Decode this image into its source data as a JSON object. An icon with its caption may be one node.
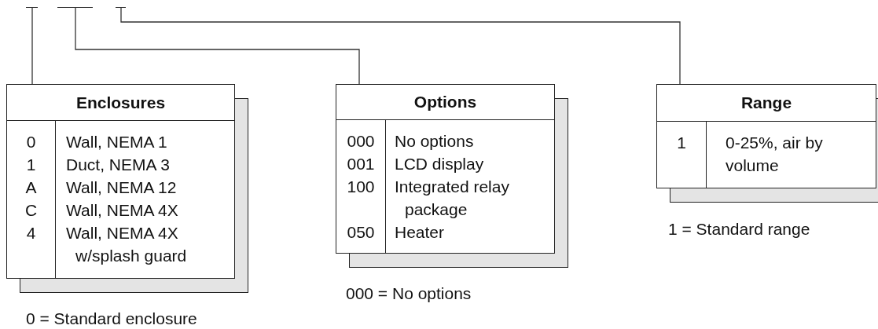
{
  "diagram": {
    "nodes": [
      {
        "text": [],
        "shape": "bar"
      },
      {
        "text": [],
        "shape": "bar"
      },
      {
        "text": [],
        "shape": "bar"
      },
      {
        "text": [
          "Enclosures",
          "0",
          "Wall, NEMA 1",
          "1",
          "Duct, NEMA 3",
          "A",
          "Wall, NEMA 12",
          "C",
          "Wall, NEMA 4X",
          "4",
          "Wall, NEMA 4X w/splash guard"
        ],
        "beside": [
          "0 = Standard enclosure"
        ]
      },
      {
        "text": [
          "Options",
          "000",
          "No options",
          "001",
          "LCD display",
          "100",
          "Integrated relay package",
          "050",
          "Heater"
        ],
        "beside": [
          "000 = No options"
        ]
      },
      {
        "text": [
          "Range",
          "1",
          "0-25%, air by volume"
        ],
        "beside": [
          "1 = Standard range"
        ]
      }
    ],
    "edges": [
      {
        "from": 0,
        "to": 3,
        "arrow": "none"
      },
      {
        "from": 1,
        "to": 4,
        "arrow": "none"
      },
      {
        "from": 2,
        "to": 5,
        "arrow": "none"
      }
    ]
  }
}
